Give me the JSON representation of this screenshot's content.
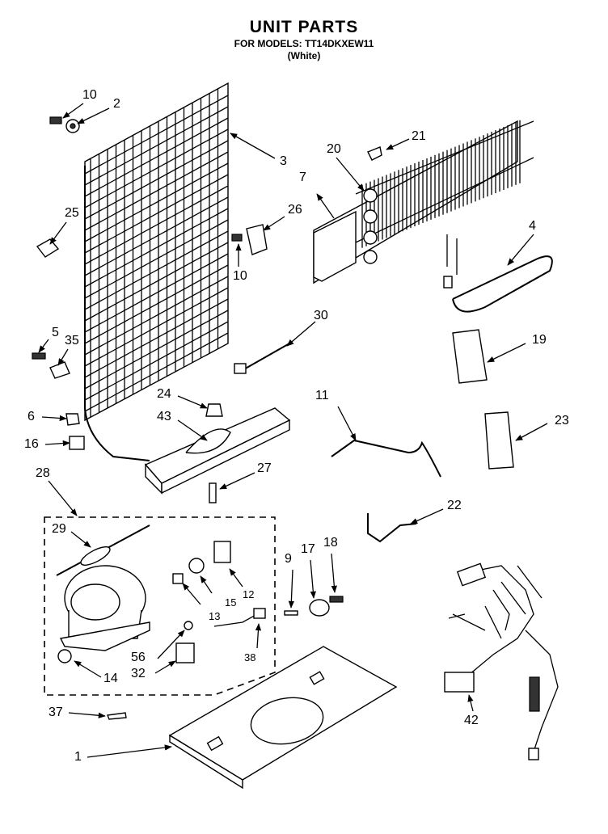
{
  "header": {
    "title": "UNIT PARTS",
    "models": "FOR MODELS: TT14DKXEW11",
    "color": "(White)"
  },
  "callouts": {
    "c1": "1",
    "c2": "2",
    "c3": "3",
    "c4": "4",
    "c5": "5",
    "c6": "6",
    "c7": "7",
    "c9": "9",
    "c10a": "10",
    "c10b": "10",
    "c11": "11",
    "c12": "12",
    "c13": "13",
    "c14": "14",
    "c15": "15",
    "c16": "16",
    "c17": "17",
    "c18": "18",
    "c19": "19",
    "c20": "20",
    "c21": "21",
    "c22": "22",
    "c23": "23",
    "c24": "24",
    "c25": "25",
    "c26": "26",
    "c27": "27",
    "c28": "28",
    "c29": "29",
    "c30": "30",
    "c32": "32",
    "c35": "35",
    "c37": "37",
    "c38": "38",
    "c42": "42",
    "c43": "43",
    "c56": "56"
  }
}
